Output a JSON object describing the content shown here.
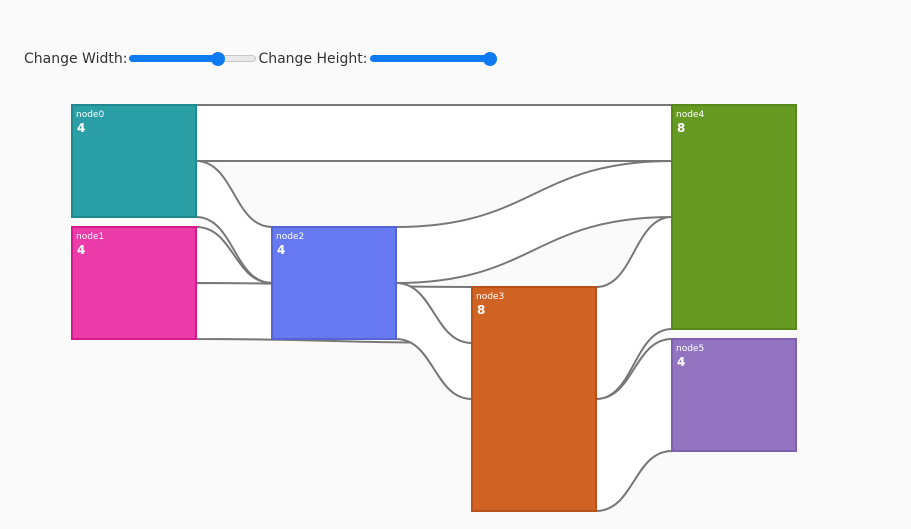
{
  "controls": {
    "width_label": "Change Width:",
    "width_value": 0.7,
    "height_label": "Change Height:",
    "height_value": 0.95
  },
  "colors": {
    "accent": "#0f7bf0",
    "link_stroke": "#777777",
    "link_fill": "#ffffff"
  },
  "chart_data": {
    "type": "sankey",
    "nodes": [
      {
        "id": "node0",
        "name": "node0",
        "value": 4,
        "color": "#2aa0a6",
        "border": "#1e8a90"
      },
      {
        "id": "node1",
        "name": "node1",
        "value": 4,
        "color": "#ea3ba9",
        "border": "#d41a8d"
      },
      {
        "id": "node2",
        "name": "node2",
        "value": 4,
        "color": "#6679f0",
        "border": "#5463d6"
      },
      {
        "id": "node3",
        "name": "node3",
        "value": 8,
        "color": "#d06224",
        "border": "#b8521a"
      },
      {
        "id": "node4",
        "name": "node4",
        "value": 8,
        "color": "#679a22",
        "border": "#58871a"
      },
      {
        "id": "node5",
        "name": "node5",
        "value": 4,
        "color": "#9274c0",
        "border": "#7f5fb0"
      }
    ],
    "links": [
      {
        "source": "node0",
        "target": "node4",
        "value": 2
      },
      {
        "source": "node0",
        "target": "node2",
        "value": 2
      },
      {
        "source": "node1",
        "target": "node2",
        "value": 2
      },
      {
        "source": "node1",
        "target": "node3",
        "value": 2
      },
      {
        "source": "node2",
        "target": "node4",
        "value": 2
      },
      {
        "source": "node2",
        "target": "node3",
        "value": 2
      },
      {
        "source": "node3",
        "target": "node4",
        "value": 4
      },
      {
        "source": "node3",
        "target": "node5",
        "value": 4
      }
    ]
  }
}
